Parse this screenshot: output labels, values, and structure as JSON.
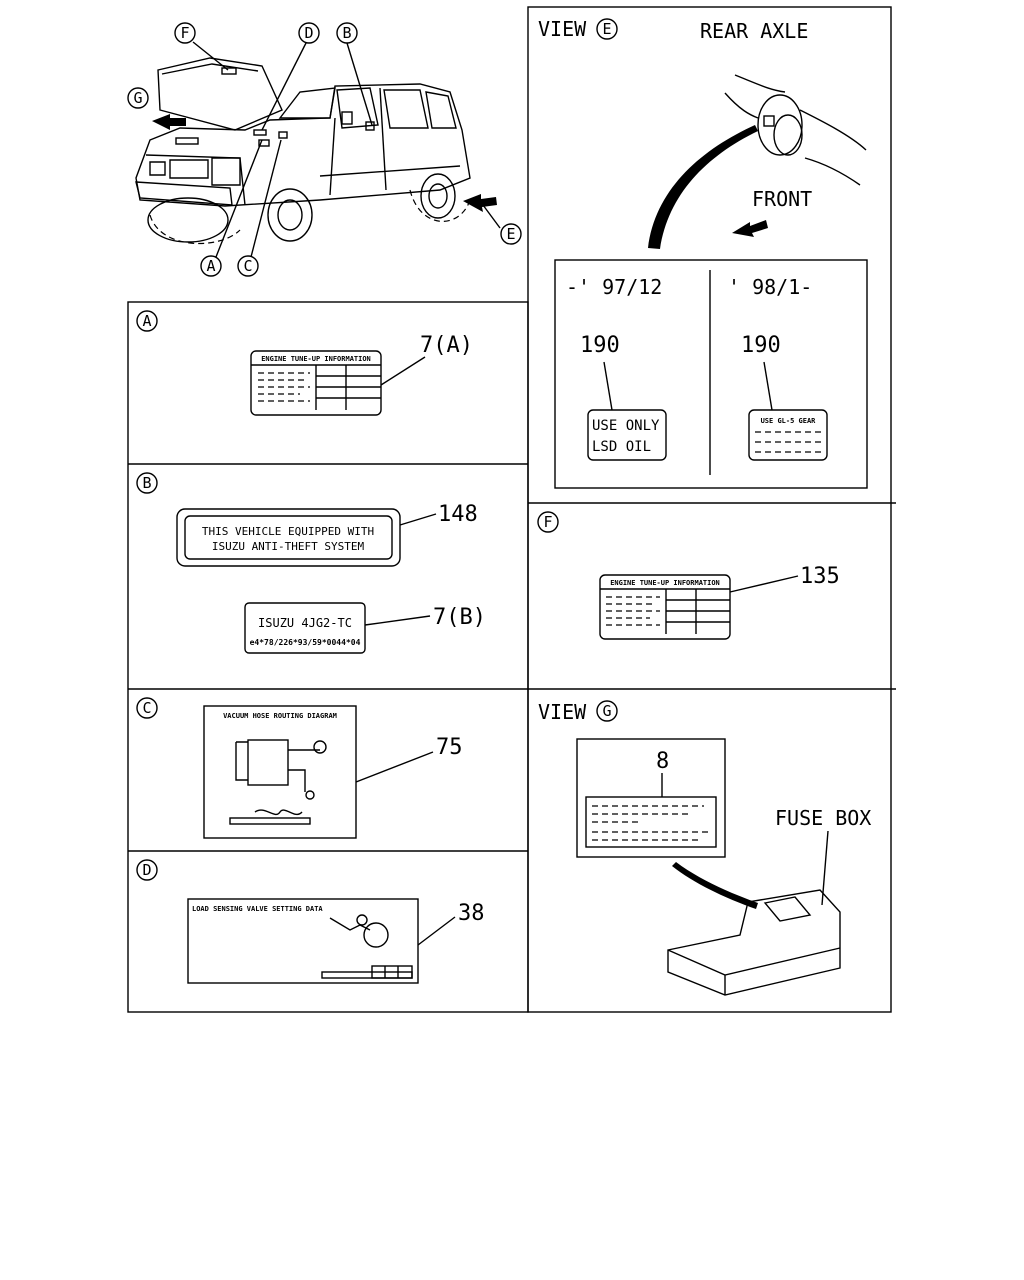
{
  "callouts": {
    "top": [
      "F",
      "D",
      "B",
      "G",
      "E",
      "A",
      "C"
    ]
  },
  "panels": {
    "A": {
      "letter": "A",
      "label_title": "ENGINE TUNE-UP INFORMATION",
      "ref": "7(A)"
    },
    "B": {
      "letter": "B",
      "label1_line1": "THIS VEHICLE EQUIPPED WITH",
      "label1_line2": "ISUZU ANTI-THEFT SYSTEM",
      "ref1": "148",
      "label2_line1": "ISUZU 4JG2-TC",
      "label2_line2": "e4*78/226*93/59*0044*04",
      "ref2": "7(B)"
    },
    "C": {
      "letter": "C",
      "label_title": "VACUUM HOSE ROUTING DIAGRAM",
      "ref": "75"
    },
    "D": {
      "letter": "D",
      "label_title": "LOAD SENSING VALVE SETTING DATA",
      "ref": "38"
    },
    "E": {
      "view_prefix": "VIEW",
      "letter": "E",
      "title": "REAR AXLE",
      "front_label": "FRONT",
      "col1_header": "-' 97/12",
      "col2_header": "' 98/1-",
      "col1_ref": "190",
      "col2_ref": "190",
      "col1_label_line1": "USE ONLY",
      "col1_label_line2": "LSD OIL",
      "col2_label_title": "USE GL-5 GEAR"
    },
    "F": {
      "letter": "F",
      "label_title": "ENGINE TUNE-UP INFORMATION",
      "ref": "135"
    },
    "G": {
      "view_prefix": "VIEW",
      "letter": "G",
      "ref": "8",
      "fuse_box_label": "FUSE BOX"
    }
  }
}
